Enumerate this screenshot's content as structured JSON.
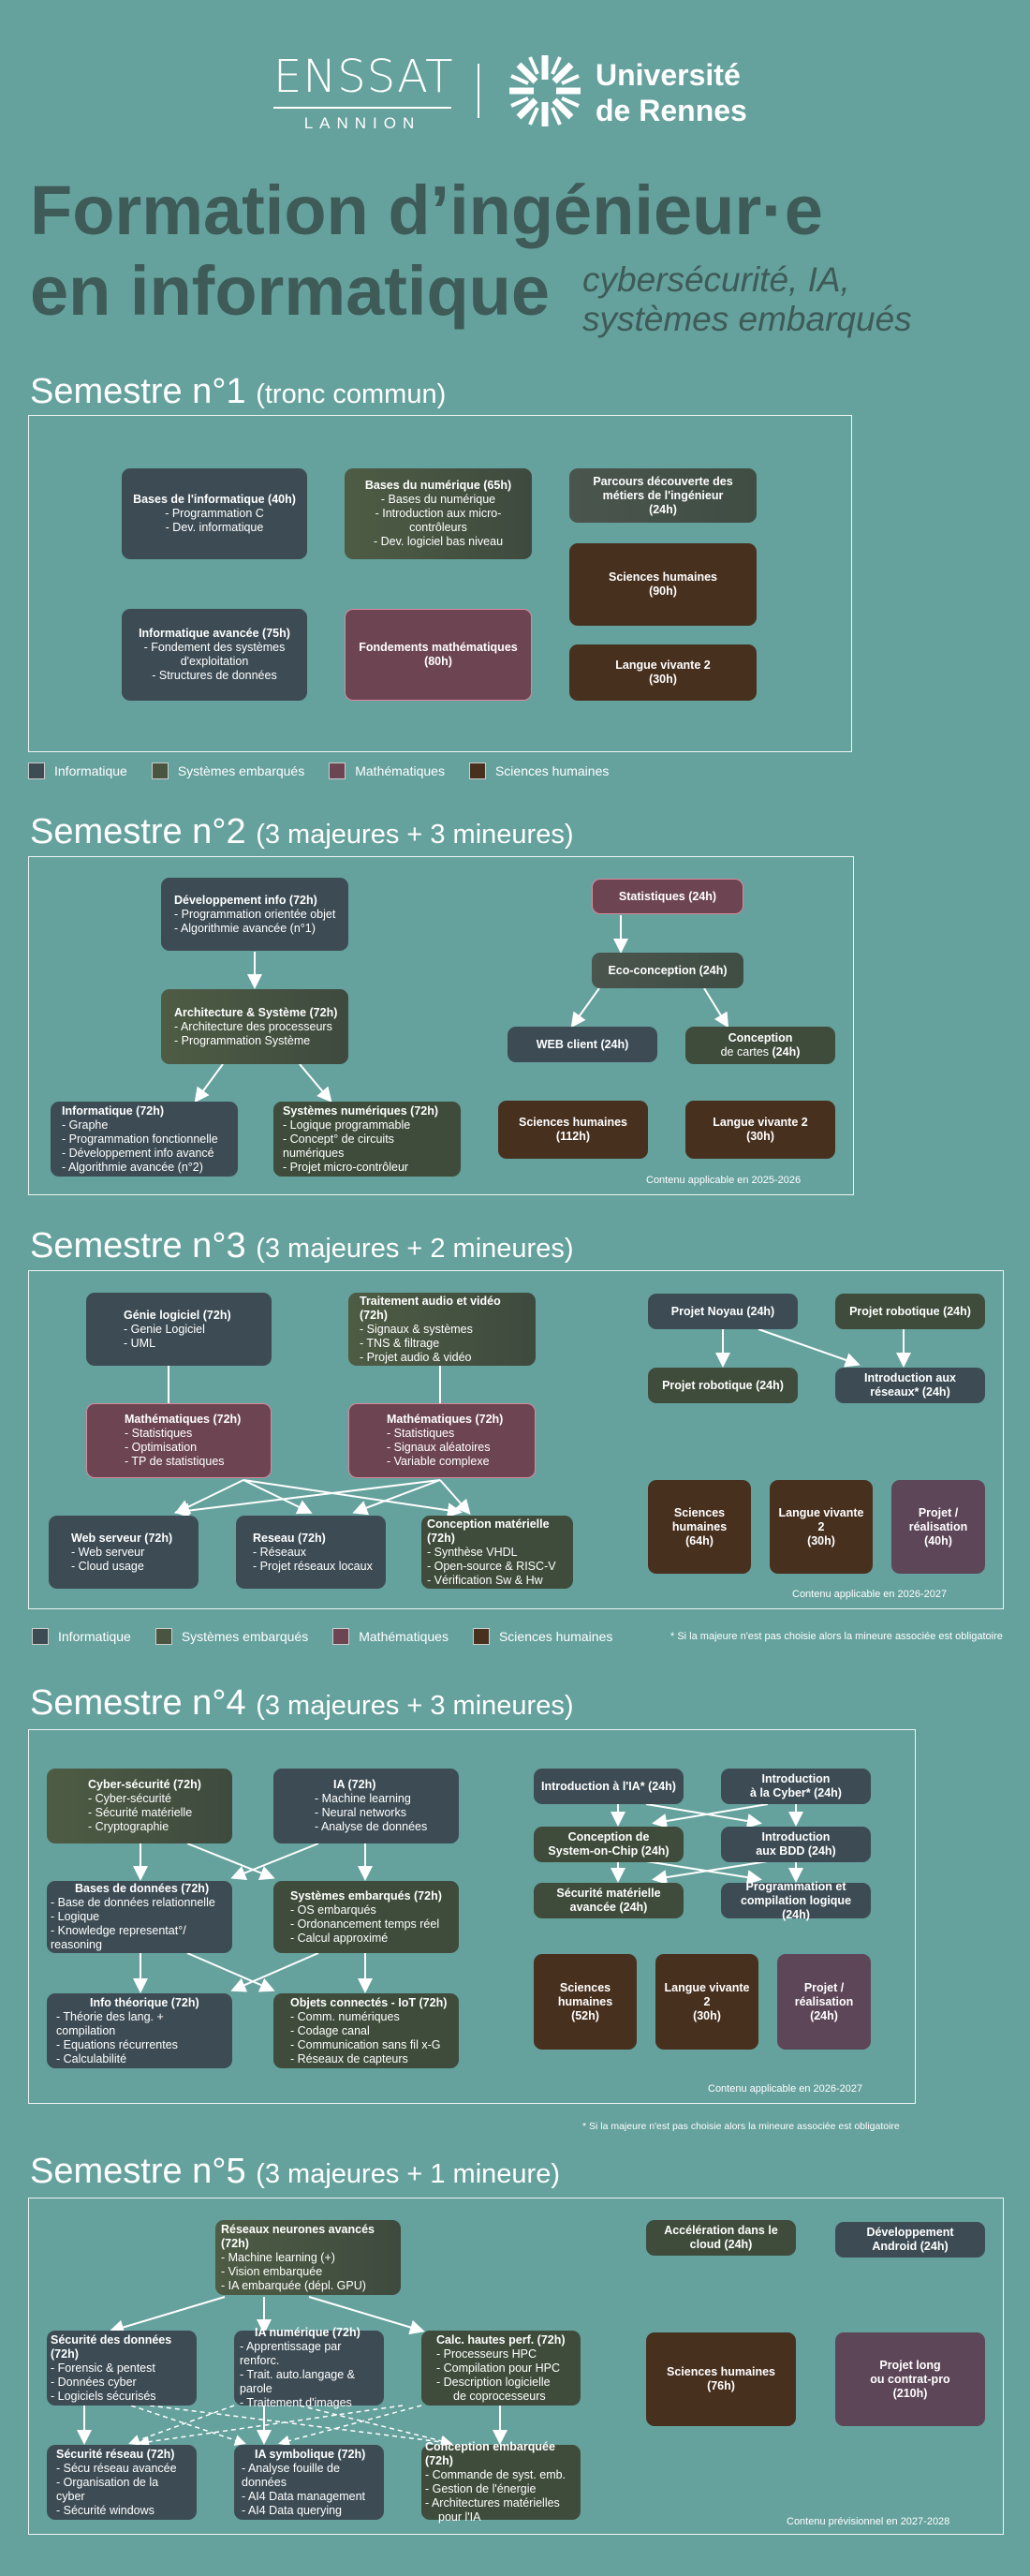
{
  "header": {
    "enssat": "ENSSAT",
    "lannion": "LANNION",
    "univ_line1": "Université",
    "univ_line2": "de Rennes",
    "title_line1": "Formation d’ingénieur·e",
    "title_line2": "en informatique",
    "subtitle_line1": "cybersécurité, IA,",
    "subtitle_line2": "systèmes embarqués"
  },
  "legend": {
    "informatique": "Informatique",
    "embarques": "Systèmes embarqués",
    "maths": "Mathématiques",
    "humaines": "Sciences humaines",
    "colors": {
      "informatique": "#3d4c54",
      "embarques": "#4a553f",
      "maths": "#6d4552",
      "humaines": "#48301f"
    }
  },
  "s1": {
    "heading": "Semestre n°1",
    "heading_small": "(tronc commun)",
    "b1_title": "Bases de l'informatique (40h)",
    "b1_l1": "- Programmation C",
    "b1_l2": "- Dev. informatique",
    "b2_title": "Bases du numérique (65h)",
    "b2_l1": "- Bases du numérique",
    "b2_l2": "- Introduction aux micro-contrôleurs",
    "b2_l3": "- Dev. logiciel bas niveau",
    "b3_title": "Parcours découverte des métiers de l'ingénieur",
    "b3_h": "(24h)",
    "b4_title": "Sciences humaines",
    "b4_h": "(90h)",
    "b5_title": "Informatique avancée (75h)",
    "b5_l1": "- Fondement des systèmes",
    "b5_l2": "d'exploitation",
    "b5_l3": "- Structures de données",
    "b6_title": "Fondements mathématiques (80h)",
    "b7_title": "Langue vivante 2",
    "b7_h": "(30h)"
  },
  "s2": {
    "heading": "Semestre n°2",
    "heading_small": "(3 majeures + 3 mineures)",
    "dev_title": "Développement info (72h)",
    "dev_l1": "- Programmation orientée objet",
    "dev_l2": "- Algorithmie avancée (n°1)",
    "arch_title": "Architecture & Système (72h)",
    "arch_l1": "- Architecture des processeurs",
    "arch_l2": "- Programmation Système",
    "inf_title": "Informatique (72h)",
    "inf_l1": "- Graphe",
    "inf_l2": "- Programmation fonctionnelle",
    "inf_l3": "- Développement info avancé",
    "inf_l4": "- Algorithmie avancée (n°2)",
    "sn_title": "Systèmes numériques  (72h)",
    "sn_l1": "- Logique programmable",
    "sn_l2": "- Concept° de circuits numériques",
    "sn_l3": "- Projet micro-contrôleur",
    "stat": "Statistiques (24h)",
    "eco": "Eco-conception (24h)",
    "web": "WEB client (24h)",
    "cc1": "Conception",
    "cc2": "de cartes",
    "cc_h": "(24h)",
    "sh": "Sciences humaines",
    "sh_h": "(112h)",
    "lv": "Langue vivante 2",
    "lv_h": "(30h)",
    "note": "Contenu applicable en 2025-2026"
  },
  "s3": {
    "heading": "Semestre n°3",
    "heading_small": "(3 majeures + 2 mineures)",
    "gl_title": "Génie logiciel (72h)",
    "gl_l1": "- Genie Logiciel",
    "gl_l2": "- UML",
    "ta_title": "Traitement audio et vidéo (72h)",
    "ta_l1": "- Signaux & systèmes",
    "ta_l2": "- TNS & filtrage",
    "ta_l3": "- Projet audio & vidéo",
    "m1_title": "Mathématiques (72h)",
    "m1_l1": "- Statistiques",
    "m1_l2": "- Optimisation",
    "m1_l3": "- TP de statistiques",
    "m2_title": "Mathématiques (72h)",
    "m2_l1": "- Statistiques",
    "m2_l2": "- Signaux aléatoires",
    "m2_l3": "- Variable complexe",
    "ws_title": "Web serveur (72h)",
    "ws_l1": "- Web serveur",
    "ws_l2": "- Cloud usage",
    "re_title": "Reseau (72h)",
    "re_l1": "- Réseaux",
    "re_l2": "- Projet réseaux locaux",
    "cm_title": "Conception matérielle (72h)",
    "cm_l1": "- Synthèse VHDL",
    "cm_l2": "- Open-source & RISC-V",
    "cm_l3": "- Vérification Sw & Hw",
    "pn": "Projet Noyau (24h)",
    "pr1": "Projet robotique (24h)",
    "pr2": "Projet robotique (24h)",
    "ir1": "Introduction aux",
    "ir2": "réseaux* (24h)",
    "sh1": "Sciences",
    "sh2": "humaines",
    "sh_h": "(64h)",
    "lv": "Langue vivante 2",
    "lv_h": "(30h)",
    "pj1": "Projet /",
    "pj2": "réalisation",
    "pj_h": "(40h)",
    "note": "Contenu applicable en 2026-2027",
    "footnote": "* Si la majeure n'est pas choisie alors la mineure associée est obligatoire"
  },
  "s4": {
    "heading": "Semestre n°4",
    "heading_small": "(3 majeures + 3 mineures)",
    "cs_title": "Cyber-sécurité (72h)",
    "cs_l1": "- Cyber-sécurité",
    "cs_l2": "- Sécurité matérielle",
    "cs_l3": "- Cryptographie",
    "ia_title": "IA (72h)",
    "ia_l1": "- Machine learning",
    "ia_l2": "- Neural networks",
    "ia_l3": "- Analyse de données",
    "bd_title": "Bases de données (72h)",
    "bd_l1": "- Base de données relationnelle",
    "bd_l2": "- Logique",
    "bd_l3": "- Knowledge representat°/",
    "bd_l4": "reasoning",
    "se_title": "Systèmes embarqués (72h)",
    "se_l1": "- OS embarqués",
    "se_l2": "- Ordonancement temps réel",
    "se_l3": "- Calcul approximé",
    "it_title": "Info théorique (72h)",
    "it_l1": "- Théorie des lang. + compilation",
    "it_l2": "- Equations récurrentes",
    "it_l3": "- Calculabilité",
    "oc_title": "Objets connectés - IoT (72h)",
    "oc_l1": "- Comm. numériques",
    "oc_l2": "- Codage canal",
    "oc_l3": "- Communication sans fil x-G",
    "oc_l4": "- Réseaux de capteurs",
    "iia": "Introduction à l'IA* (24h)",
    "icy1": "Introduction",
    "icy2": "à la Cyber* (24h)",
    "csoc1": "Conception de",
    "csoc2": "System-on-Chip (24h)",
    "ibdd1": "Introduction",
    "ibdd2": "aux BDD (24h)",
    "smat1": "Sécurité matérielle",
    "smat2": "avancée (24h)",
    "pcl1": "Programmation et",
    "pcl2": "compilation logique  (24h)",
    "sh1": "Sciences",
    "sh2": "humaines",
    "sh_h": "(52h)",
    "lv": "Langue vivante 2",
    "lv_h": "(30h)",
    "pj1": "Projet /",
    "pj2": "réalisation",
    "pj_h": "(24h)",
    "note": "Contenu applicable en 2026-2027",
    "footnote": "* Si la majeure n'est pas choisie alors la mineure associée est obligatoire"
  },
  "s5": {
    "heading": "Semestre n°5",
    "heading_small": "(3 majeures + 1 mineure)",
    "rn_title": "Réseaux neurones avancés (72h)",
    "rn_l1": "- Machine learning (+)",
    "rn_l2": "- Vision embarquée",
    "rn_l3": "- IA embarquée (dépl. GPU)",
    "sd_title": "Sécurité des données (72h)",
    "sd_l1": "- Forensic & pentest",
    "sd_l2": "- Données cyber",
    "sd_l3": "- Logiciels sécurisés",
    "in_title": "IA numérique (72h)",
    "in_l1": "- Apprentissage par renforc.",
    "in_l2": "- Trait. auto.langage & parole",
    "in_l3": "- Traitement d'images",
    "ch_title": "Calc. hautes perf.  (72h)",
    "ch_l1": "- Processeurs HPC",
    "ch_l2": "- Compilation pour HPC",
    "ch_l3": "- Description logicielle",
    "ch_l4": "de coprocesseurs",
    "sr_title": "Sécurité réseau (72h)",
    "sr_l1": "- Sécu réseau avancée",
    "sr_l2": "- Organisation de la cyber",
    "sr_l3": "- Sécurité windows",
    "is_title": "IA symbolique (72h)",
    "is_l1": "- Analyse fouille de données",
    "is_l2": "- AI4 Data management",
    "is_l3": "- AI4 Data querying",
    "ce_title": "Conception embarquée (72h)",
    "ce_l1": "- Commande de syst. emb.",
    "ce_l2": "- Gestion de l'énergie",
    "ce_l3": "- Architectures matérielles",
    "ce_l4": "pour l'IA",
    "acc1": "Accélération dans le",
    "acc2": "cloud  (24h)",
    "da1": "Développement",
    "da2": "Android (24h)",
    "sh": "Sciences humaines",
    "sh_h": "(76h)",
    "pl1": "Projet long",
    "pl2": "ou contrat-pro",
    "pl_h": "(210h)",
    "note": "Contenu prévisionnel en 2027-2028"
  }
}
